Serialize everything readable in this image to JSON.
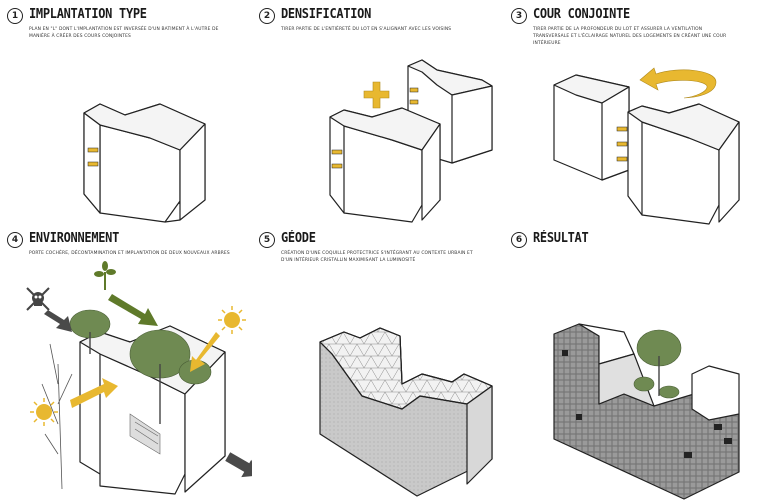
{
  "steps": [
    {
      "number": "1",
      "title": "IMPLANTATION TYPE",
      "description": "PLAN EN \"L\" DONT L'IMPLANTATION EST INVERSÉE D'UN BATIMENT À L'AUTRE DE MANIÈRE À CRÉER DES COURS CONJOINTES"
    },
    {
      "number": "2",
      "title": "DENSIFICATION",
      "description": "TIRER PARTIE DE L'ENTIÈRETÉ DU LOT EN S'ALIGNANT AVEC LES VOISINS"
    },
    {
      "number": "3",
      "title": "COUR CONJOINTE",
      "description": "TIRER PARTIE DE LA PROFONDEUR DU LOT ET ASSURER LA VENTILATION TRANSVERSALE ET L'ÉCLAIRAGE NATUREL DES LOGEMENTS EN CRÉANT UNE COUR INTÉRIEURE"
    },
    {
      "number": "4",
      "title": "ENVIRONNEMENT",
      "description": "PORTE COCHÈRE, DÉCONTAMINATION ET IMPLANTATION DE DEUX NOUVEAUX ARBRES"
    },
    {
      "number": "5",
      "title": "GÉODE",
      "description": "CRÉATION D'UNE COQUILLE PROTECTRICE S'INTÉGRANT AU CONTEXTE URBAIN ET D'UN INTÉRIEUR CRISTALLIN MAXIMISANT LA LUMINOSITÉ"
    },
    {
      "number": "6",
      "title": "RÉSULTAT",
      "description": ""
    }
  ],
  "colors": {
    "accent": "#e8b830",
    "arrow_green": "#5f7a2a",
    "arrow_dark": "#4a4a4a",
    "tree": "#6f8a52"
  },
  "icons": [
    "plus-icon",
    "circular-arrow-icon",
    "skull-icon",
    "sprout-icon",
    "sun-icon",
    "wind-arrow-icon"
  ]
}
